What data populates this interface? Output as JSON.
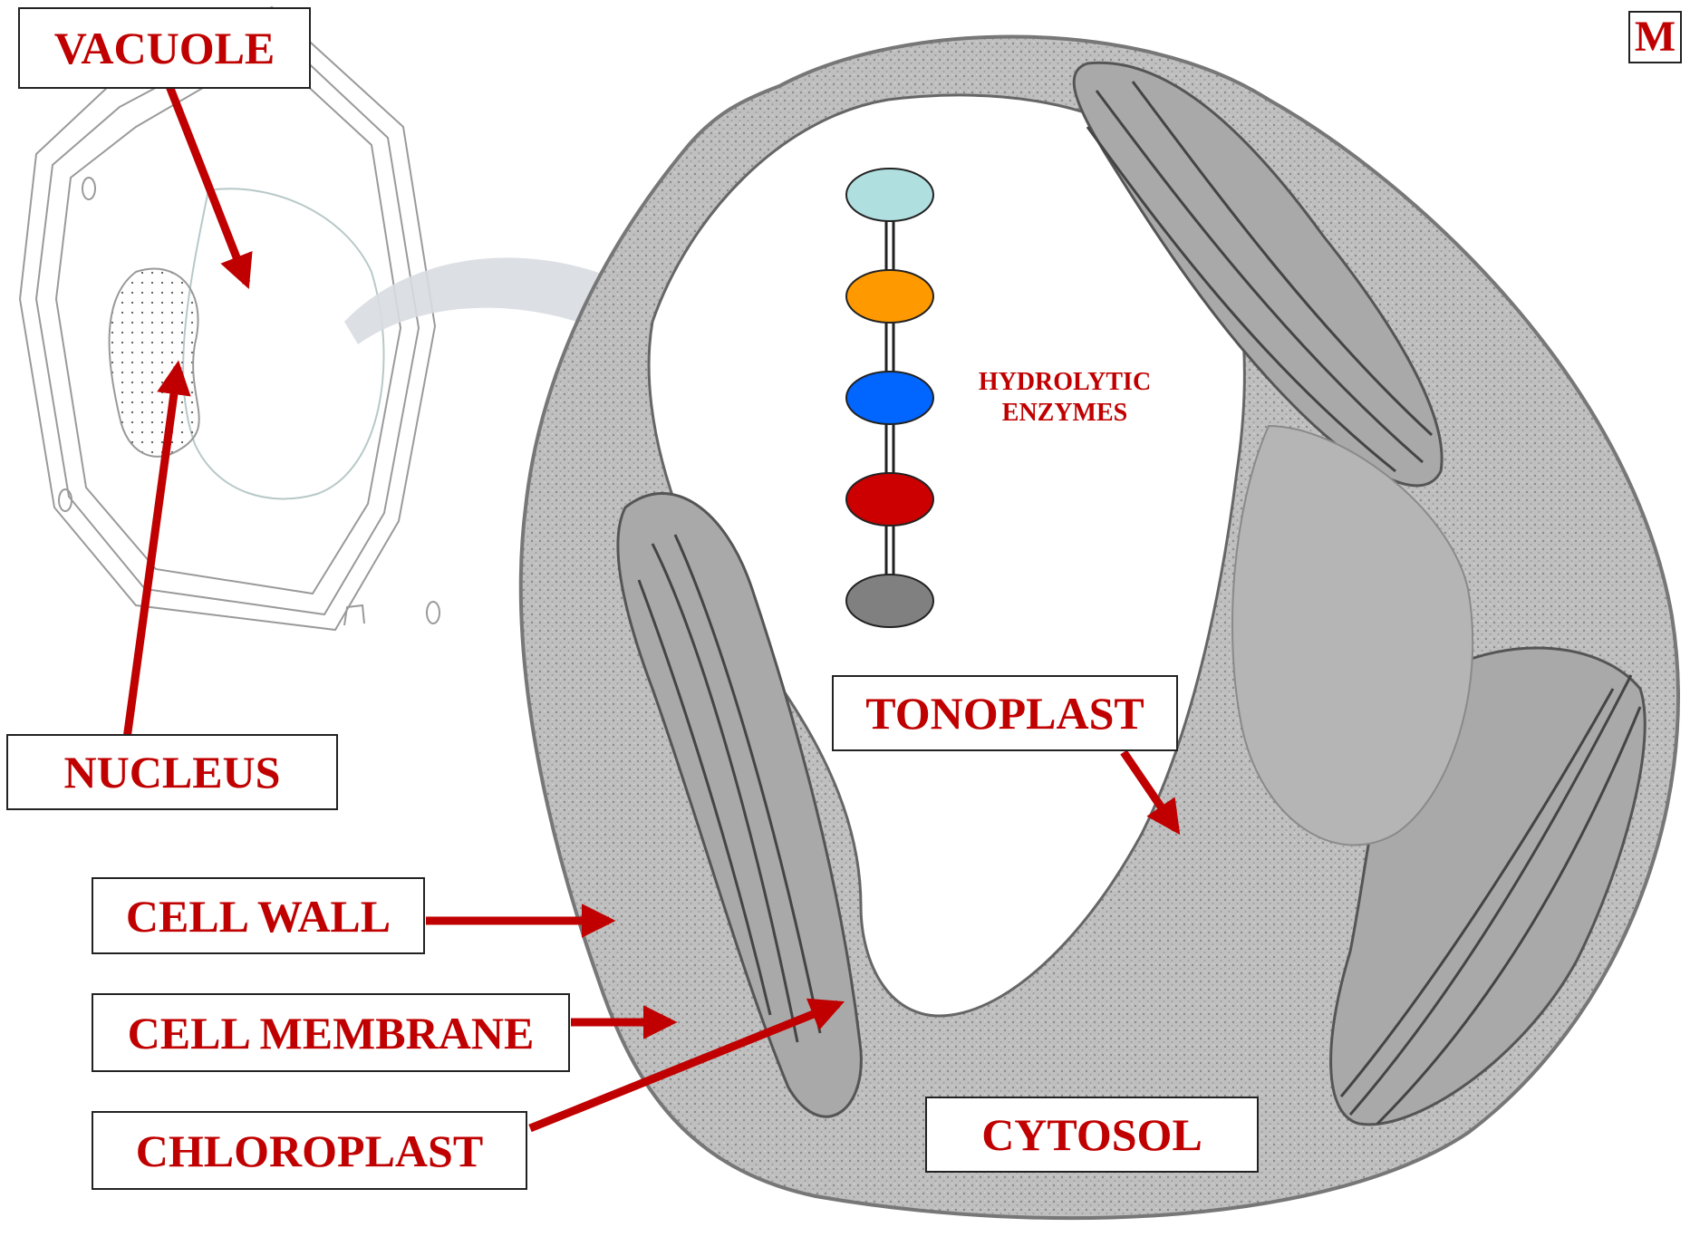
{
  "labels": {
    "vacuole": "VACUOLE",
    "nucleus": "NUCLEUS",
    "cell_wall": "CELL WALL",
    "cell_membrane": "CELL MEMBRANE",
    "chloroplast": "CHLOROPLAST",
    "tonoplast": "TONOPLAST",
    "cytosol": "CYTOSOL",
    "corner_mark": "M"
  },
  "enzymes": {
    "line1": "HYDROLYTIC",
    "line2": "ENZYMES",
    "bead_colors": [
      "#b0dfe0",
      "#ff9900",
      "#0066ff",
      "#cc0000",
      "#808080"
    ]
  },
  "colors": {
    "label_text": "#c00000",
    "arrow": "#c00000",
    "curved_arrow": "#d8dde2"
  }
}
